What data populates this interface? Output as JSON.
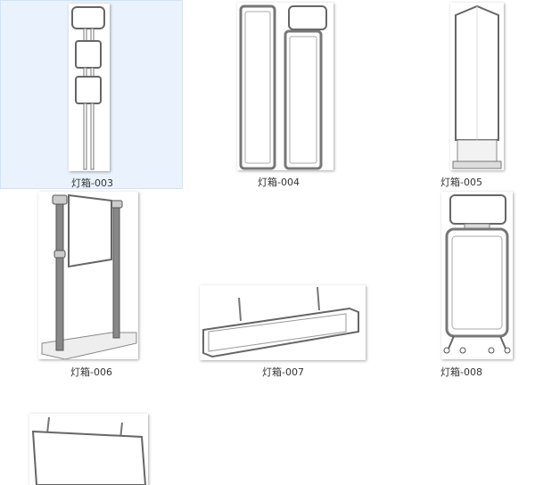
{
  "explorer": {
    "items": [
      {
        "label": "灯箱-003",
        "selected": true
      },
      {
        "label": "灯箱-004",
        "selected": false
      },
      {
        "label": "灯箱-005",
        "selected": false
      },
      {
        "label": "灯箱-006",
        "selected": false
      },
      {
        "label": "灯箱-007",
        "selected": false
      },
      {
        "label": "灯箱-008",
        "selected": false
      },
      {
        "label": "",
        "selected": false
      }
    ]
  },
  "colors": {
    "selection_bg": "#eaf3fd",
    "selection_border": "#cfe3f7"
  }
}
